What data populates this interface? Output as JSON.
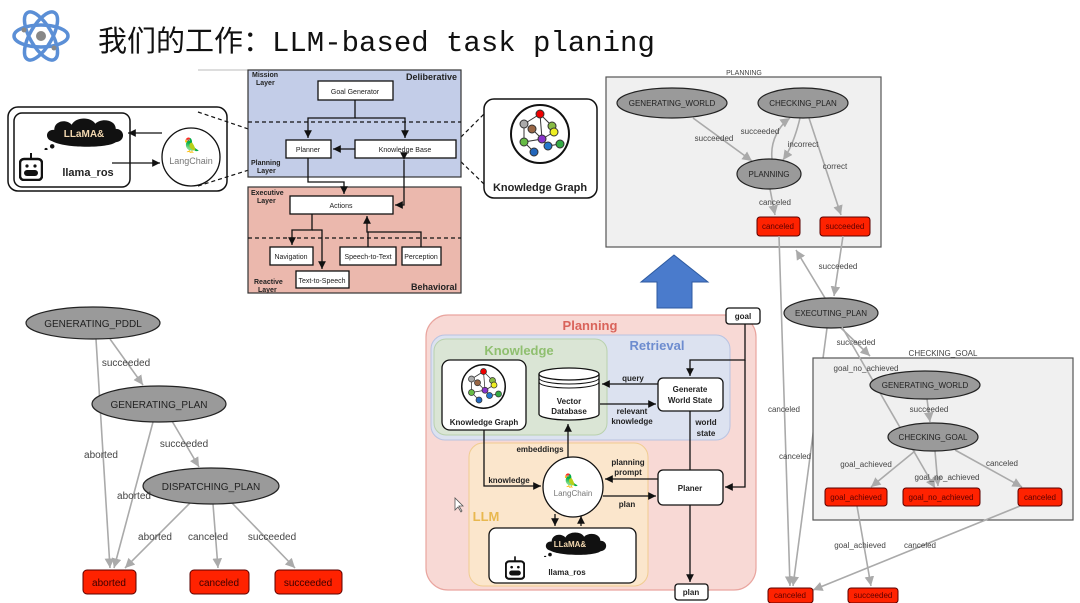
{
  "slide": {
    "title": "我们的工作：LLM-based task planing",
    "logo_icon": "atom-icon"
  },
  "llama_panel": {
    "cloud_label": "LLaMA&",
    "robot_label": "llama_ros",
    "langchain_label": "LangChain"
  },
  "architecture": {
    "mission_layer": "Mission",
    "mission_layer2": "Layer",
    "deliberative": "Deliberative",
    "planning_layer": "Planning",
    "planning_layer2": "Layer",
    "executive_layer": "Executive",
    "executive_layer2": "Layer",
    "reactive_layer": "Reactive",
    "reactive_layer2": "Layer",
    "behavioral": "Behavioral",
    "goal_generator": "Goal Generator",
    "planner": "Planner",
    "knowledge_base": "Knowledge Base",
    "actions": "Actions",
    "navigation": "Navigation",
    "text_to_speech": "Text-to-Speech",
    "speech_to_text": "Speech-to-Text",
    "perception": "Perception",
    "colors": {
      "deliberative_bg": "#c3cde8",
      "behavioral_bg": "#ebb8ad"
    }
  },
  "knowledge_graph_panel": {
    "label": "Knowledge Graph"
  },
  "planning_sm": {
    "title": "PLANNING",
    "states": [
      "GENERATING_WORLD",
      "CHECKING_PLAN",
      "PLANNING"
    ],
    "outcomes": [
      "canceled",
      "succeeded"
    ],
    "edges": [
      "succeeded",
      "succeeded",
      "incorrect",
      "correct",
      "canceled"
    ]
  },
  "executing": {
    "state": "EXECUTING_PLAN",
    "edge_in": "succeeded",
    "edge_out": "succeeded",
    "canceled_1": "canceled",
    "canceled_2": "canceled"
  },
  "checking_goal_sm": {
    "title": "CHECKING_GOAL",
    "states": [
      "GENERATING_WORLD",
      "CHECKING_GOAL"
    ],
    "outcomes": [
      "goal_achieved",
      "goal_no_achieved",
      "canceled"
    ],
    "edges": [
      "goal_no_achieved",
      "succeeded",
      "goal_achieved",
      "goal_no_achieved",
      "canceled"
    ]
  },
  "final_outcomes": {
    "canceled": "canceled",
    "succeeded": "succeeded",
    "edge_goal_achieved": "goal_achieved",
    "edge_canceled": "canceled"
  },
  "pddl_sm": {
    "states": [
      "GENERATING_PDDL",
      "GENERATING_PLAN",
      "DISPATCHING_PLAN"
    ],
    "outcomes": [
      "aborted",
      "canceled",
      "succeeded"
    ],
    "edges": [
      "succeeded",
      "aborted",
      "succeeded",
      "aborted",
      "aborted",
      "canceled",
      "succeeded"
    ]
  },
  "pipeline": {
    "planning": "Planning",
    "retrieval": "Retrieval",
    "knowledge": "Knowledge",
    "llm": "LLM",
    "knowledge_graph": "Knowledge Graph",
    "vector_db": "Vector",
    "vector_db2": "Database",
    "generate_world_state": "Generate",
    "generate_world_state2": "World State",
    "planer": "Planer",
    "goal": "goal",
    "plan_out": "plan",
    "query": "query",
    "relevant": "relevant",
    "relevant2": "knowledge",
    "world": "world",
    "world2": "state",
    "embeddings": "embeddings",
    "knowledge_edge": "knowledge",
    "planning_prompt": "planning",
    "planning_prompt2": "prompt",
    "plan_edge": "plan",
    "langchain": "LangChain",
    "cloud_label": "LLaMA&",
    "robot_label": "llama_ros",
    "colors": {
      "planning": "#d9635a",
      "retrieval": "#6d8ccf",
      "knowledge": "#8fbf6f",
      "llm": "#e8b84f"
    }
  },
  "colors": {
    "state_fill": "#9a9a9a",
    "outcome_fill": "#ff2200",
    "up_arrow": "#4a7bcc"
  }
}
